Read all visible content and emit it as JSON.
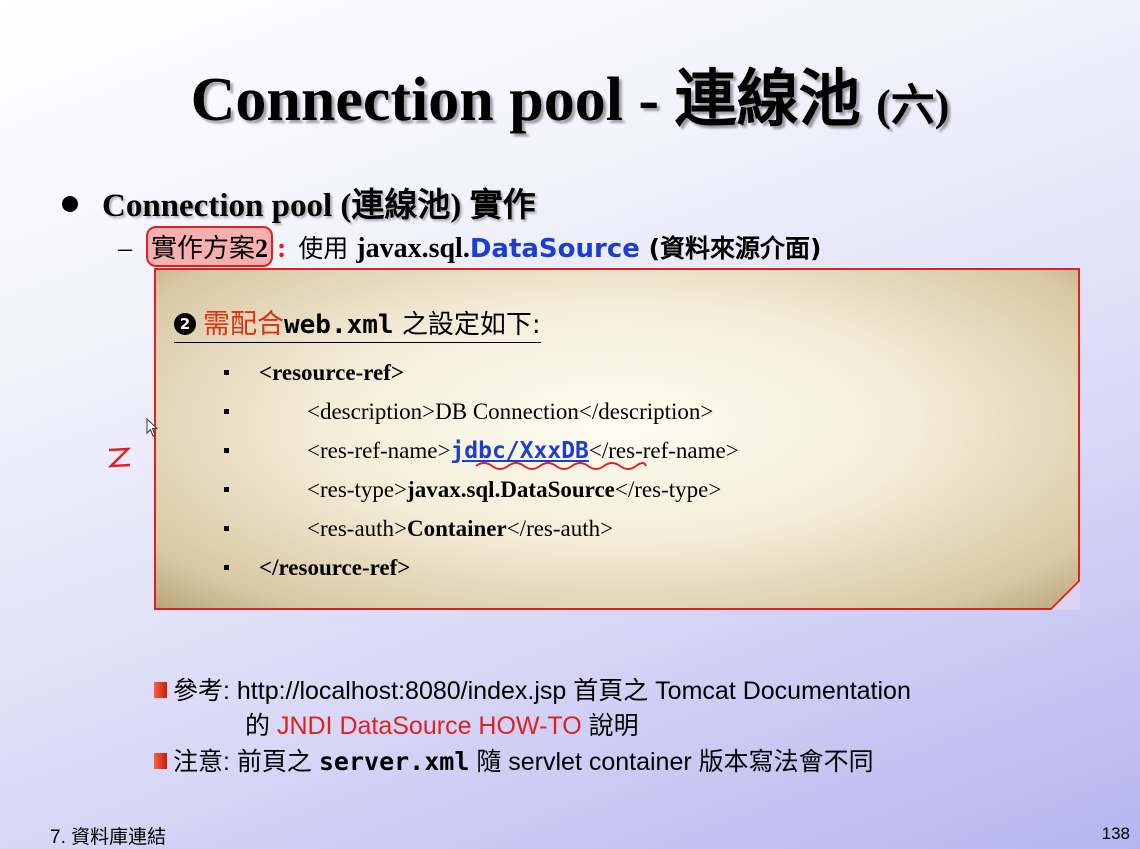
{
  "slide": {
    "title_main": "Connection pool - 連線池 ",
    "title_paren": "(六)",
    "bullet1": "Connection pool (連線池) 實作",
    "sub": {
      "dash": "–",
      "highlight": "實作方案",
      "highlight_num": "2",
      "colon": ":",
      "text1": " 使用 ",
      "text2": "javax.sql.",
      "ds": "DataSource",
      "text3": " (資料來源介面)"
    },
    "note": {
      "num": "2",
      "heading_red": "需配合",
      "heading_mono": "web.xml",
      "heading_rest": " 之設定如下:",
      "lines": {
        "l1": "<resource-ref>",
        "l2": "<description>DB Connection</description>",
        "l3_pre": "<res-ref-name>",
        "l3_link": "jdbc/XxxDB",
        "l3_post": "</res-ref-name>",
        "l4_pre": "<res-type>",
        "l4_bold": "javax.sql.DataSource",
        "l4_post": "</res-type>",
        "l5_pre": "<res-auth>",
        "l5_bold": "Container",
        "l5_post": "</res-auth>",
        "l6": "</resource-ref>"
      }
    },
    "refs": {
      "r1_label": "參考",
      "r1_text": ": http://localhost:8080/index.jsp 首頁之 Tomcat Documentation",
      "r1b_pre": "的 ",
      "r1b_red": "JNDI DataSource HOW-TO",
      "r1b_post": " 說明",
      "r2_label": "注意",
      "r2_pre": ": 前頁之 ",
      "r2_mono": "server.xml",
      "r2_post": " 隨 servlet container 版本寫法會不同"
    },
    "annotation": "Z",
    "footer_left": "7. 資料庫連結",
    "page_number": "138"
  }
}
